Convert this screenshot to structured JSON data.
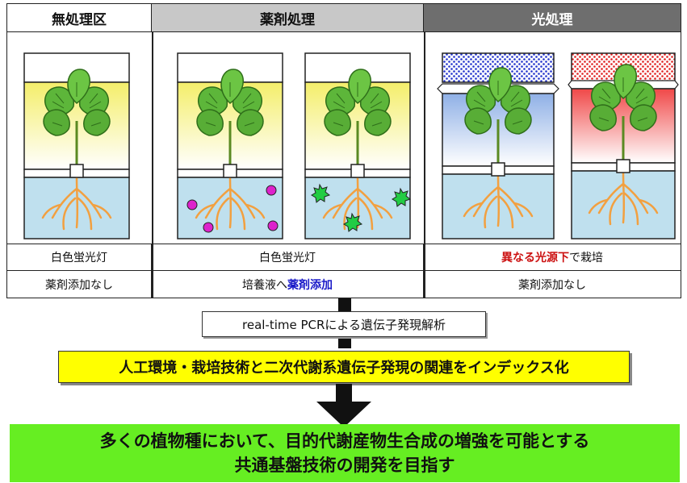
{
  "headers": {
    "control": "無処理区",
    "chemical": "薬剤処理",
    "light": "光処理"
  },
  "row1": {
    "control": "白色蛍光灯",
    "chemical": "白色蛍光灯",
    "light_emph": "異なる光源下",
    "light_rest": "で栽培"
  },
  "row2": {
    "control": "薬剤添加なし",
    "chemical_pre": "培養液へ",
    "chemical_emph": "薬剤添加",
    "light": "薬剤添加なし"
  },
  "flow": {
    "step1": "real-time PCRによる遺伝子発現解析",
    "step2": "人工環境・栽培技術と二次代謝系遺伝子発現の関連をインデックス化",
    "goal_line1": "多くの植物種において、目的代謝産物生合成の増強を可能とする",
    "goal_line2": "共通基盤技術の開発を目指す"
  },
  "colors": {
    "header_control": "#ffffff",
    "header_chemical": "#c8c8c8",
    "header_light": "#6e6e6e",
    "step2_fill": "#ffff00",
    "goal_fill": "#66ee22",
    "emphasis_red": "#cc1111",
    "emphasis_blue": "#1a1ac8"
  }
}
